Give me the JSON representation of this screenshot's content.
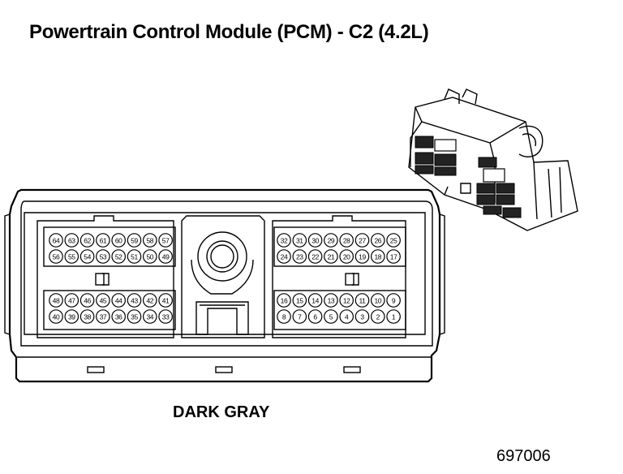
{
  "title": "Powertrain Control Module (PCM) - C2 (4.2L)",
  "connector_color": "DARK GRAY",
  "figure_number": "697006",
  "pin_blocks": {
    "left_top_row1": [
      "64",
      "63",
      "62",
      "61",
      "60",
      "59",
      "58",
      "57"
    ],
    "left_top_row2": [
      "56",
      "55",
      "54",
      "53",
      "52",
      "51",
      "50",
      "49"
    ],
    "right_top_row1": [
      "32",
      "31",
      "30",
      "29",
      "28",
      "27",
      "26",
      "25"
    ],
    "right_top_row2": [
      "24",
      "23",
      "22",
      "21",
      "20",
      "19",
      "18",
      "17"
    ],
    "left_bottom_row1": [
      "48",
      "47",
      "46",
      "45",
      "44",
      "43",
      "42",
      "41"
    ],
    "left_bottom_row2": [
      "40",
      "39",
      "38",
      "37",
      "36",
      "35",
      "34",
      "33"
    ],
    "right_bottom_row1": [
      "16",
      "15",
      "14",
      "13",
      "12",
      "11",
      "10",
      "9"
    ],
    "right_bottom_row2": [
      "8",
      "7",
      "6",
      "5",
      "4",
      "3",
      "2",
      "1"
    ]
  }
}
